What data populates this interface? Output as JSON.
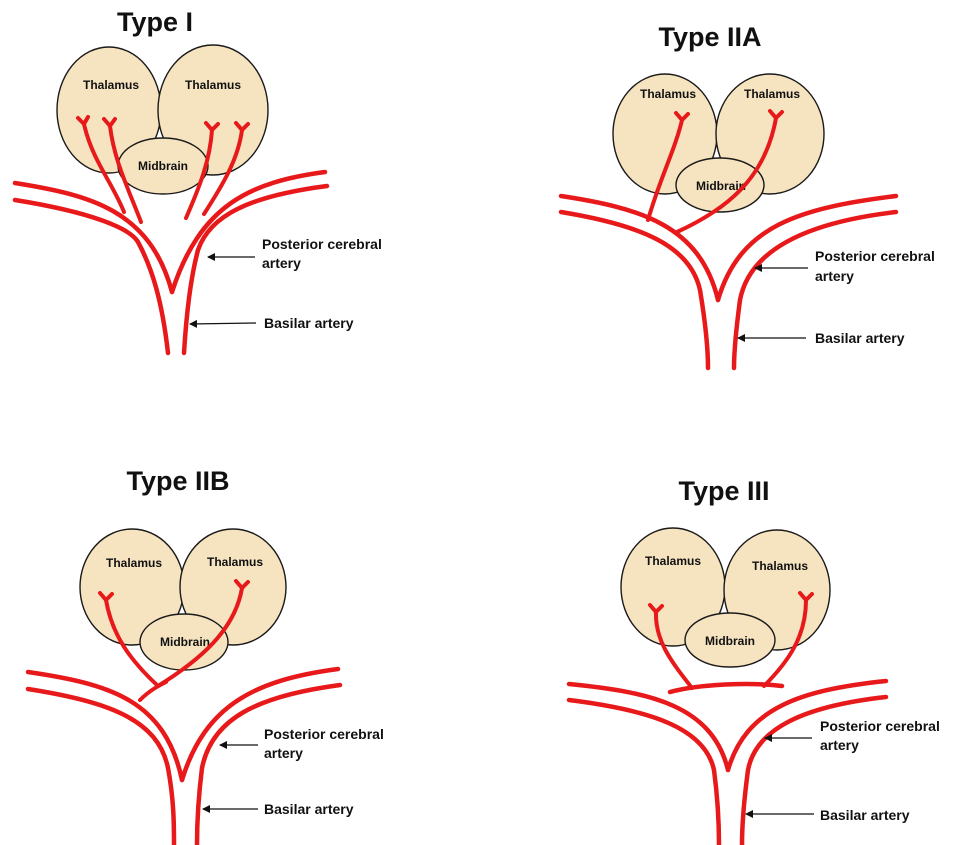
{
  "panels": {
    "type1": {
      "title": "Type I",
      "thalamus_left": "Thalamus",
      "thalamus_right": "Thalamus",
      "midbrain": "Midbrain",
      "pca_line1": "Posterior cerebral",
      "pca_line2": "artery",
      "basilar": "Basilar artery"
    },
    "type2a": {
      "title": "Type IIA",
      "thalamus_left": "Thalamus",
      "thalamus_right": "Thalamus",
      "midbrain": "Midbrain",
      "pca_line1": "Posterior cerebral",
      "pca_line2": "artery",
      "basilar": "Basilar artery"
    },
    "type2b": {
      "title": "Type IIB",
      "thalamus_left": "Thalamus",
      "thalamus_right": "Thalamus",
      "midbrain": "Midbrain",
      "pca_line1": "Posterior cerebral",
      "pca_line2": "artery",
      "basilar": "Basilar artery"
    },
    "type3": {
      "title": "Type III",
      "thalamus_left": "Thalamus",
      "thalamus_right": "Thalamus",
      "midbrain": "Midbrain",
      "pca_line1": "Posterior cerebral",
      "pca_line2": "artery",
      "basilar": "Basilar artery"
    }
  },
  "colors": {
    "artery": "#e8191b",
    "tissue": "#f6e3c0",
    "outline": "#1a1a1a",
    "text": "#111111"
  }
}
